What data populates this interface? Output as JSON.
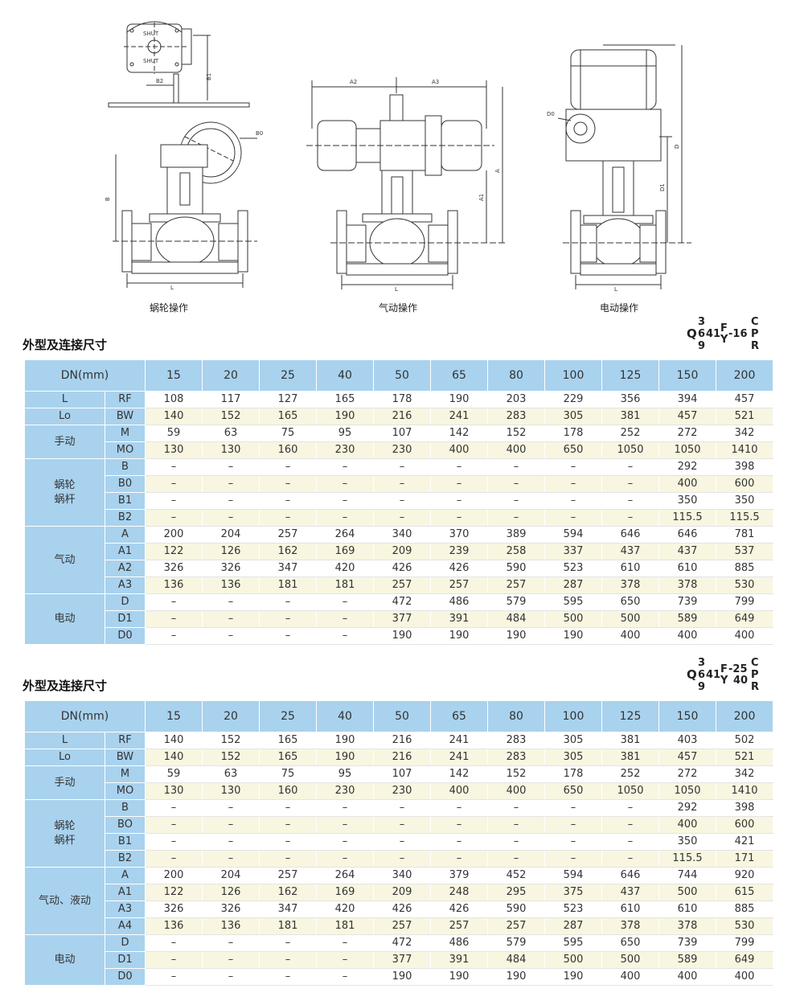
{
  "figures": [
    {
      "caption": "蜗轮操作",
      "labels": {
        "shut1": "SHUT",
        "shut2": "SHUT",
        "b1": "B1",
        "b2": "B2",
        "b0": "B0",
        "b": "B",
        "l": "L"
      }
    },
    {
      "caption": "气动操作",
      "labels": {
        "a2": "A2",
        "a3": "A3",
        "a": "A",
        "a1": "A1",
        "l": "L"
      }
    },
    {
      "caption": "电动操作",
      "labels": {
        "d0": "D0",
        "d": "D",
        "d1": "D1",
        "l": "L"
      }
    }
  ],
  "tables": [
    {
      "title": "外型及连接尺寸",
      "model": {
        "q": "Q",
        "n3": "3",
        "n6": "6",
        "n9": "9",
        "n41": "41",
        "f": "F",
        "y": "Y",
        "suffix": "-16",
        "suffix2": "",
        "c": "C",
        "p": "P",
        "r": "R"
      },
      "header": {
        "label": "DN(mm)",
        "sizes": [
          "15",
          "20",
          "25",
          "40",
          "50",
          "65",
          "80",
          "100",
          "125",
          "150",
          "200"
        ]
      },
      "groups": [
        {
          "name": "L",
          "rows": [
            {
              "sub": "RF",
              "values": [
                "108",
                "117",
                "127",
                "165",
                "178",
                "190",
                "203",
                "229",
                "356",
                "394",
                "457"
              ]
            }
          ]
        },
        {
          "name": "Lo",
          "rows": [
            {
              "sub": "BW",
              "values": [
                "140",
                "152",
                "165",
                "190",
                "216",
                "241",
                "283",
                "305",
                "381",
                "457",
                "521"
              ]
            }
          ]
        },
        {
          "name": "手动",
          "rows": [
            {
              "sub": "M",
              "values": [
                "59",
                "63",
                "75",
                "95",
                "107",
                "142",
                "152",
                "178",
                "252",
                "272",
                "342"
              ]
            },
            {
              "sub": "MO",
              "values": [
                "130",
                "130",
                "160",
                "230",
                "230",
                "400",
                "400",
                "650",
                "1050",
                "1050",
                "1410"
              ]
            }
          ]
        },
        {
          "name": "蜗轮\n蜗杆",
          "rows": [
            {
              "sub": "B",
              "values": [
                "–",
                "–",
                "–",
                "–",
                "–",
                "–",
                "–",
                "–",
                "–",
                "292",
                "398"
              ]
            },
            {
              "sub": "B0",
              "values": [
                "–",
                "–",
                "–",
                "–",
                "–",
                "–",
                "–",
                "–",
                "–",
                "400",
                "600"
              ]
            },
            {
              "sub": "B1",
              "values": [
                "–",
                "–",
                "–",
                "–",
                "–",
                "–",
                "–",
                "–",
                "–",
                "350",
                "350"
              ]
            },
            {
              "sub": "B2",
              "values": [
                "–",
                "–",
                "–",
                "–",
                "–",
                "–",
                "–",
                "–",
                "–",
                "115.5",
                "115.5"
              ]
            }
          ]
        },
        {
          "name": "气动",
          "rows": [
            {
              "sub": "A",
              "values": [
                "200",
                "204",
                "257",
                "264",
                "340",
                "370",
                "389",
                "594",
                "646",
                "646",
                "781"
              ]
            },
            {
              "sub": "A1",
              "values": [
                "122",
                "126",
                "162",
                "169",
                "209",
                "239",
                "258",
                "337",
                "437",
                "437",
                "537"
              ]
            },
            {
              "sub": "A2",
              "values": [
                "326",
                "326",
                "347",
                "420",
                "426",
                "426",
                "590",
                "523",
                "610",
                "610",
                "885"
              ]
            },
            {
              "sub": "A3",
              "values": [
                "136",
                "136",
                "181",
                "181",
                "257",
                "257",
                "257",
                "287",
                "378",
                "378",
                "530"
              ]
            }
          ]
        },
        {
          "name": "电动",
          "rows": [
            {
              "sub": "D",
              "values": [
                "–",
                "–",
                "–",
                "–",
                "472",
                "486",
                "579",
                "595",
                "650",
                "739",
                "799"
              ]
            },
            {
              "sub": "D1",
              "values": [
                "–",
                "–",
                "–",
                "–",
                "377",
                "391",
                "484",
                "500",
                "500",
                "589",
                "649"
              ]
            },
            {
              "sub": "D0",
              "values": [
                "–",
                "–",
                "–",
                "–",
                "190",
                "190",
                "190",
                "190",
                "400",
                "400",
                "400"
              ]
            }
          ]
        }
      ]
    },
    {
      "title": "外型及连接尺寸",
      "model": {
        "q": "Q",
        "n3": "3",
        "n6": "6",
        "n9": "9",
        "n41": "41",
        "f": "F",
        "y": "Y",
        "suffix": "-25",
        "suffix2": "40",
        "c": "C",
        "p": "P",
        "r": "R"
      },
      "header": {
        "label": "DN(mm)",
        "sizes": [
          "15",
          "20",
          "25",
          "40",
          "50",
          "65",
          "80",
          "100",
          "125",
          "150",
          "200"
        ]
      },
      "groups": [
        {
          "name": "L",
          "rows": [
            {
              "sub": "RF",
              "values": [
                "140",
                "152",
                "165",
                "190",
                "216",
                "241",
                "283",
                "305",
                "381",
                "403",
                "502"
              ]
            }
          ]
        },
        {
          "name": "Lo",
          "rows": [
            {
              "sub": "BW",
              "values": [
                "140",
                "152",
                "165",
                "190",
                "216",
                "241",
                "283",
                "305",
                "381",
                "457",
                "521"
              ]
            }
          ]
        },
        {
          "name": "手动",
          "rows": [
            {
              "sub": "M",
              "values": [
                "59",
                "63",
                "75",
                "95",
                "107",
                "142",
                "152",
                "178",
                "252",
                "272",
                "342"
              ]
            },
            {
              "sub": "MO",
              "values": [
                "130",
                "130",
                "160",
                "230",
                "230",
                "400",
                "400",
                "650",
                "1050",
                "1050",
                "1410"
              ]
            }
          ]
        },
        {
          "name": "蜗轮\n蜗杆",
          "rows": [
            {
              "sub": "B",
              "values": [
                "–",
                "–",
                "–",
                "–",
                "–",
                "–",
                "–",
                "–",
                "–",
                "292",
                "398"
              ]
            },
            {
              "sub": "BO",
              "values": [
                "–",
                "–",
                "–",
                "–",
                "–",
                "–",
                "–",
                "–",
                "–",
                "400",
                "600"
              ]
            },
            {
              "sub": "B1",
              "values": [
                "–",
                "–",
                "–",
                "–",
                "–",
                "–",
                "–",
                "–",
                "–",
                "350",
                "421"
              ]
            },
            {
              "sub": "B2",
              "values": [
                "–",
                "–",
                "–",
                "–",
                "–",
                "–",
                "–",
                "–",
                "–",
                "115.5",
                "171"
              ]
            }
          ]
        },
        {
          "name": "气动、液动",
          "rows": [
            {
              "sub": "A",
              "values": [
                "200",
                "204",
                "257",
                "264",
                "340",
                "379",
                "452",
                "594",
                "646",
                "744",
                "920"
              ]
            },
            {
              "sub": "A1",
              "values": [
                "122",
                "126",
                "162",
                "169",
                "209",
                "248",
                "295",
                "375",
                "437",
                "500",
                "615"
              ]
            },
            {
              "sub": "A3",
              "values": [
                "326",
                "326",
                "347",
                "420",
                "426",
                "426",
                "590",
                "523",
                "610",
                "610",
                "885"
              ]
            },
            {
              "sub": "A4",
              "values": [
                "136",
                "136",
                "181",
                "181",
                "257",
                "257",
                "257",
                "287",
                "378",
                "378",
                "530"
              ]
            }
          ]
        },
        {
          "name": "电动",
          "rows": [
            {
              "sub": "D",
              "values": [
                "–",
                "–",
                "–",
                "–",
                "472",
                "486",
                "579",
                "595",
                "650",
                "739",
                "799"
              ]
            },
            {
              "sub": "D1",
              "values": [
                "–",
                "–",
                "–",
                "–",
                "377",
                "391",
                "484",
                "500",
                "500",
                "589",
                "649"
              ]
            },
            {
              "sub": "D0",
              "values": [
                "–",
                "–",
                "–",
                "–",
                "190",
                "190",
                "190",
                "190",
                "400",
                "400",
                "400"
              ]
            }
          ]
        }
      ]
    }
  ],
  "colors": {
    "header_blue": "#a9d2ee",
    "row_tint": "#f8f6e0"
  }
}
